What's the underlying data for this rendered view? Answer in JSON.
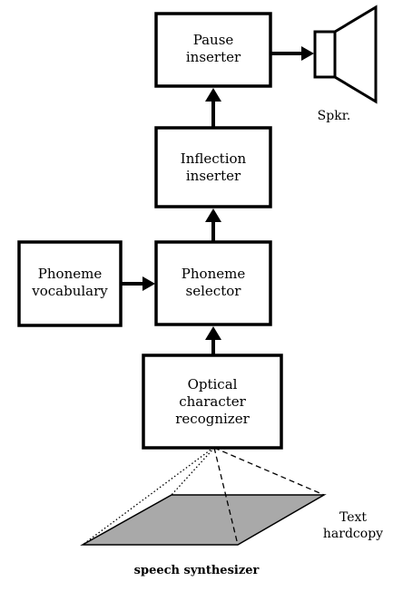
{
  "blocks": {
    "pause_inserter": [
      "Pause",
      "inserter"
    ],
    "inflection_inserter": [
      "Inflection",
      "inserter"
    ],
    "phoneme_vocabulary": [
      "Phoneme",
      "vocabulary"
    ],
    "phoneme_selector": [
      "Phoneme",
      "selector"
    ],
    "ocr": [
      "Optical",
      "character",
      "recognizer"
    ]
  },
  "speaker_label": "Spkr.",
  "hardcopy_label": [
    "Text",
    "hardcopy"
  ],
  "caption": "speech synthesizer",
  "colors": {
    "hardcopy_fill": "#a9a9a9",
    "stroke": "#000000"
  }
}
